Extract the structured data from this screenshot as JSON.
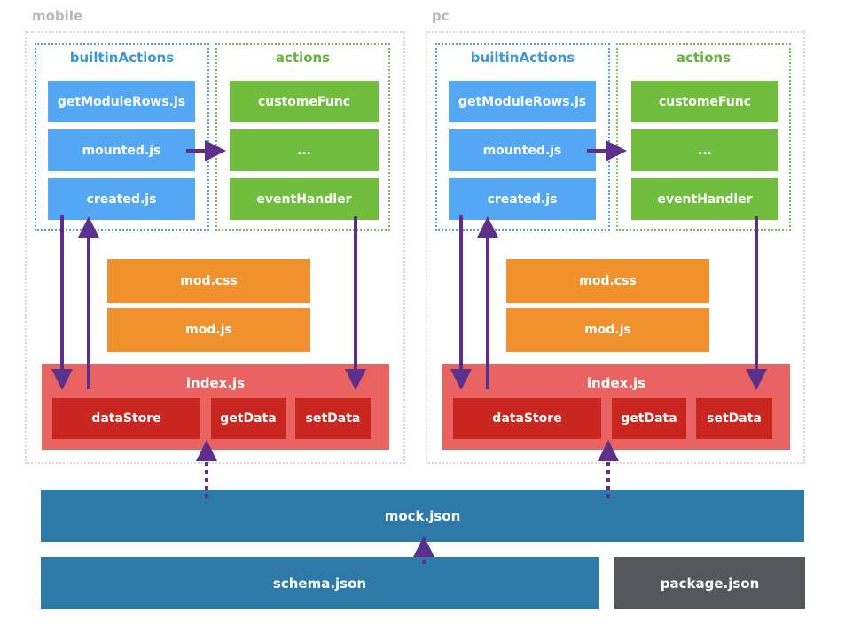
{
  "panels": [
    {
      "label": "mobile",
      "builtin_title": "builtinActions",
      "builtin_items": [
        "getModuleRows.js",
        "mounted.js",
        "created.js"
      ],
      "actions_title": "actions",
      "actions_items": [
        "customeFunc",
        "...",
        "eventHandler"
      ],
      "mod_items": [
        "mod.css",
        "mod.js"
      ],
      "index_title": "index.js",
      "index_items": [
        "dataStore",
        "getData",
        "setData"
      ]
    },
    {
      "label": "pc",
      "builtin_title": "builtinActions",
      "builtin_items": [
        "getModuleRows.js",
        "mounted.js",
        "created.js"
      ],
      "actions_title": "actions",
      "actions_items": [
        "customeFunc",
        "...",
        "eventHandler"
      ],
      "mod_items": [
        "mod.css",
        "mod.js"
      ],
      "index_title": "index.js",
      "index_items": [
        "dataStore",
        "getData",
        "setData"
      ]
    }
  ],
  "bottom": {
    "mock": "mock.json",
    "schema": "schema.json",
    "package": "package.json"
  },
  "colors": {
    "builtin": "#54a7f2",
    "actions": "#71bd3e",
    "mod": "#f0912d",
    "index": "#e86361",
    "index_items": "#c9261f",
    "json": "#2d79a7",
    "package": "#54585d",
    "arrow": "#5b2f8a"
  }
}
